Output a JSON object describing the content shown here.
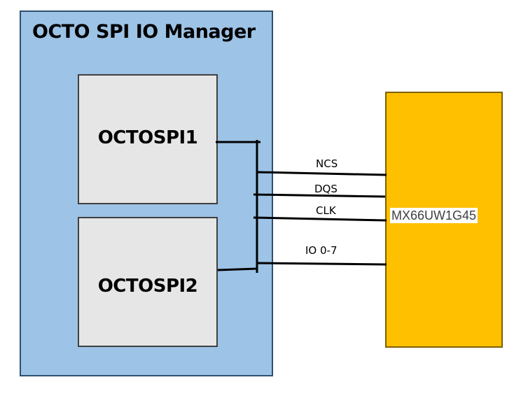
{
  "diagram": {
    "manager_title": "OCTO SPI IO Manager",
    "blocks": [
      {
        "id": "spi1",
        "label": "OCTOSPI1"
      },
      {
        "id": "spi2",
        "label": "OCTOSPI2"
      }
    ],
    "chip_label": "MX66UW1G45",
    "signals": [
      "NCS",
      "DQS",
      "CLK",
      "IO 0-7"
    ],
    "colors": {
      "manager_fill": "#9dc3e6",
      "block_fill": "#e7e6e6",
      "chip_fill": "#ffc000",
      "wire": "#000000"
    }
  }
}
